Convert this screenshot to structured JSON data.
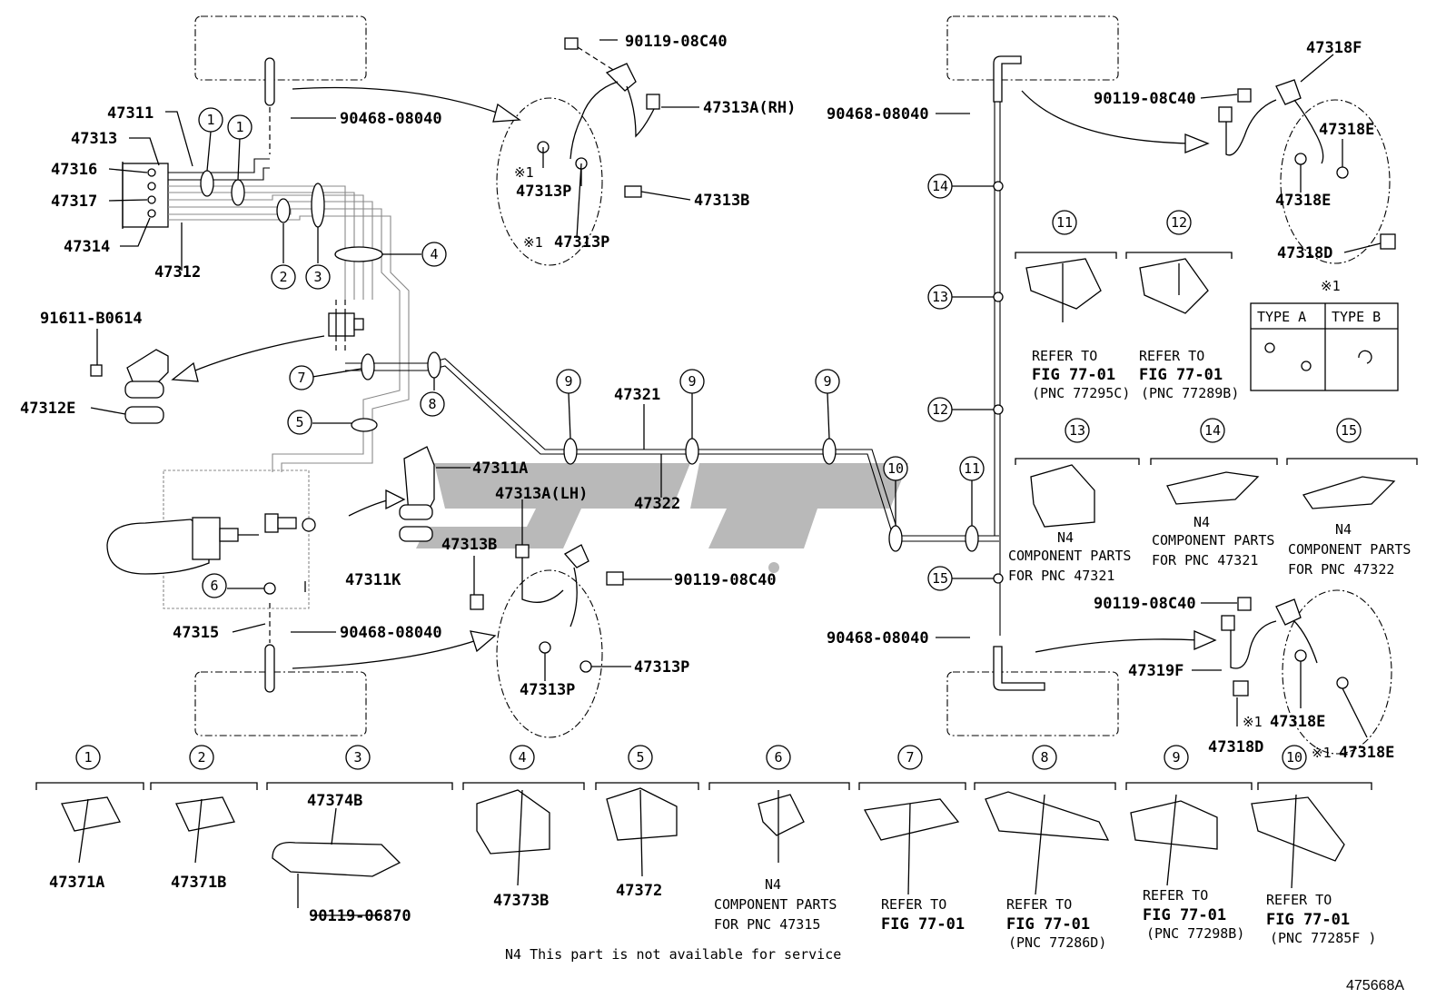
{
  "figure_id": "475668A",
  "footnote": "N4 This part is not available for service",
  "asterisk_mark": "※1",
  "type_table": {
    "header": "※1",
    "col_a": "TYPE A",
    "col_b": "TYPE B"
  },
  "part_numbers": {
    "p47311": "47311",
    "p47313": "47313",
    "p47316": "47316",
    "p47317": "47317",
    "p47314": "47314",
    "p47312": "47312",
    "p90468_top": "90468-08040",
    "p90119_top": "90119-08C40",
    "p47313A_RH": "47313A(RH)",
    "p47313P_1": "47313P",
    "p47313B_1": "47313B",
    "p47313P_2": "47313P",
    "p91611": "91611-B0614",
    "p47312E": "47312E",
    "p47311A": "47311A",
    "p47313A_LH": "47313A(LH)",
    "p47313B_2": "47313B",
    "p90119_mid": "90119-08C40",
    "p47311K": "47311K",
    "p47315": "47315",
    "p90468_bot": "90468-08040",
    "p47313P_3": "47313P",
    "p47313P_4": "47313P",
    "p47321": "47321",
    "p47322": "47322",
    "p90468_right_top": "90468-08040",
    "p47318F": "47318F",
    "p90119_right_top": "90119-08C40",
    "p47318E_1": "47318E",
    "p47318E_2": "47318E",
    "p47318D_1": "47318D",
    "p90119_right_bot": "90119-08C40",
    "p90468_right_bot": "90468-08040",
    "p47319F": "47319F",
    "p47318E_3": "47318E",
    "p47318D_2": "47318D",
    "p47318E_4": "47318E",
    "p47371A": "47371A",
    "p47371B": "47371B",
    "p47374B": "47374B",
    "p90119_06870": "90119-06870",
    "p47373B": "47373B",
    "p47372": "47372"
  },
  "callouts": [
    "1",
    "2",
    "3",
    "4",
    "5",
    "6",
    "7",
    "8",
    "9",
    "10",
    "11",
    "12",
    "13",
    "14",
    "15"
  ],
  "notes": {
    "refer_to": "REFER TO",
    "fig": "FIG 77-01",
    "pnc_77295C": "(PNC 77295C)",
    "pnc_77289B": "(PNC 77289B)",
    "pnc_77286D": "(PNC 77286D)",
    "pnc_77298B": "(PNC 77298B)",
    "pnc_77285F": "(PNC 77285F )",
    "n4": "N4",
    "component_parts": "COMPONENT PARTS",
    "for_pnc_47321": "FOR PNC 47321",
    "for_pnc_47322": "FOR PNC 47322",
    "for_pnc_47315": "FOR PNC 47315"
  }
}
